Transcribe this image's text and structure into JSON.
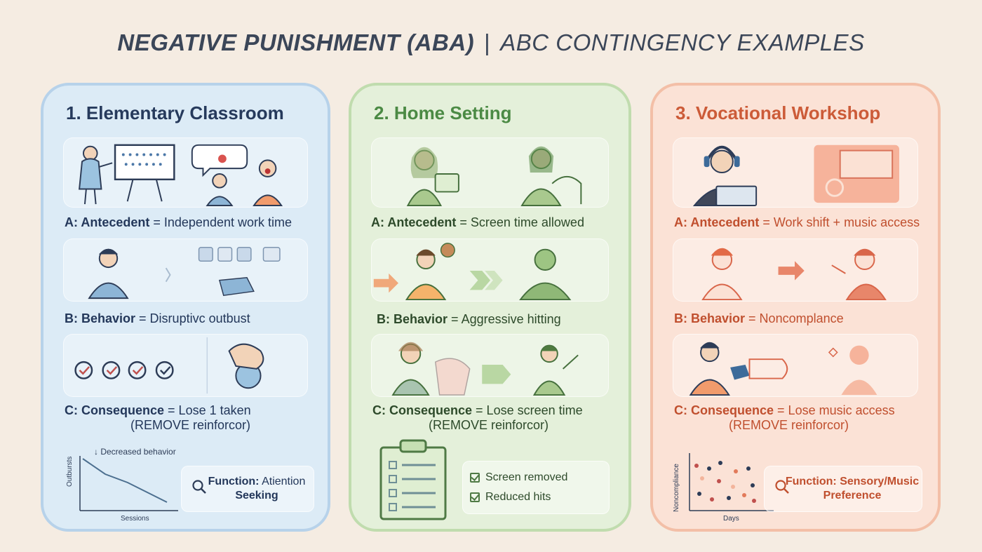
{
  "title": {
    "main": "NEGATIVE PUNISHMENT (ABA)",
    "separator": "|",
    "sub": "ABC CONTINGENCY EXAMPLES"
  },
  "cards": [
    {
      "title": "1. Elementary Classroom",
      "antecedent_label": "A: Antecedent",
      "antecedent_value": "= Independent work time",
      "behavior_label": "B: Behavior",
      "behavior_value": "= Disruptivc outbust",
      "consequence_label": "C: Consequence",
      "consequence_value": "= Lose 1 taken",
      "consequence_note": "(REMOVE reinforcor)",
      "chart_annotation": "↓ Decreased behavior",
      "chart_ylabel": "Outbursts",
      "chart_xlabel": "Sessions",
      "function_label": "Function:",
      "function_value": "Atiention",
      "function_value2": "Seeking"
    },
    {
      "title": "2. Home Setting",
      "antecedent_label": "A: Antecedent",
      "antecedent_value": "= Screen time allowed",
      "behavior_label": "B: Behavior",
      "behavior_value": "= Aggressive hitting",
      "consequence_label": "C: Consequence",
      "consequence_value": "= Lose screen time",
      "consequence_note": "(REMOVE reinforcor)",
      "checklist": [
        "Screen removed",
        "Reduced hits"
      ]
    },
    {
      "title": "3. Vocational Workshop",
      "antecedent_label": "A: Antecedent",
      "antecedent_value": "= Work shift + music access",
      "behavior_label": "B: Behavior",
      "behavior_value": "= Noncomplance",
      "consequence_label": "C: Consequence",
      "consequence_value": "= Lose music access",
      "consequence_note": "(REMOVE reinforcor)",
      "chart_ylabel": "Noncompliance",
      "chart_xlabel": "Days",
      "function_label": "Function: Sensory/Music",
      "function_value": "Preference"
    }
  ],
  "colors": {
    "blue_card": "#dcebf6",
    "green_card": "#e4f0da",
    "orange_card": "#fbe2d6",
    "title_text": "#3b4658"
  }
}
